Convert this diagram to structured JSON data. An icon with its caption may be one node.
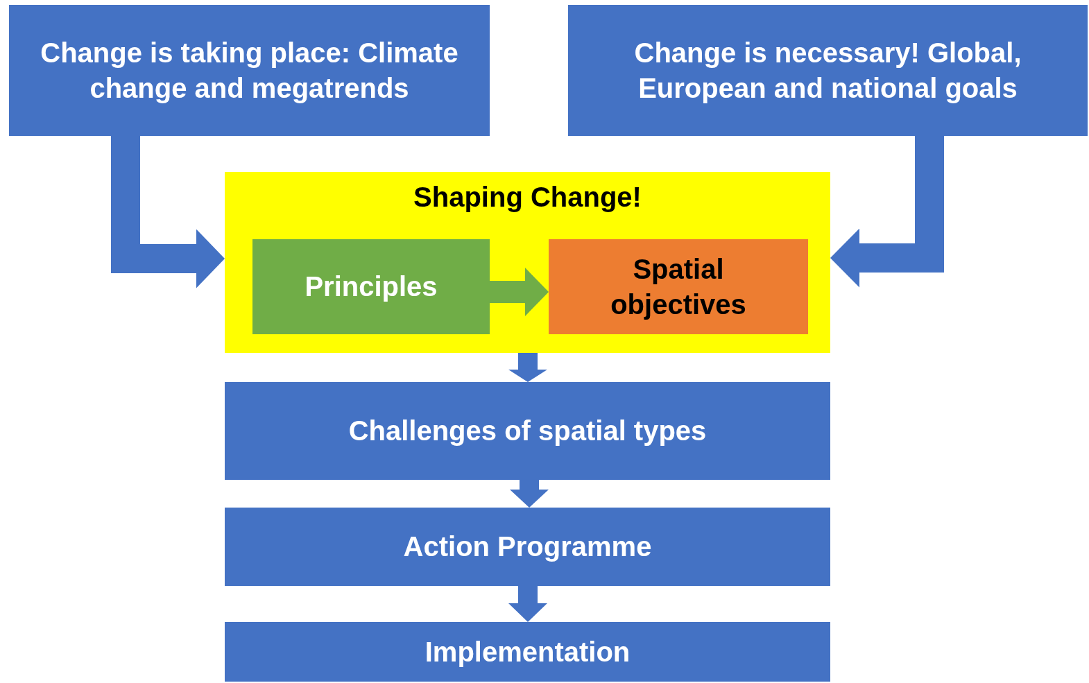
{
  "diagram": {
    "nodes": [
      {
        "text": [
          "Change is taking place: Climate change and megatrends"
        ]
      },
      {
        "text": [
          "Change is necessary! Global, European and national goals"
        ]
      },
      {
        "text": [
          "Shaping Change!"
        ]
      },
      {
        "text": [
          "Principles"
        ],
        "in": 2
      },
      {
        "text": [
          "Spatial objectives"
        ],
        "in": 2
      },
      {
        "text": [
          "Challenges of spatial types"
        ]
      },
      {
        "text": [
          "Action Programme"
        ]
      },
      {
        "text": [
          "Implementation"
        ]
      }
    ],
    "edges": [
      {
        "from": 0,
        "to": 2,
        "arrow": "to"
      },
      {
        "from": 1,
        "to": 2,
        "arrow": "to"
      },
      {
        "from": 3,
        "to": 4,
        "arrow": "to",
        "color": "#70ad47"
      },
      {
        "from": 2,
        "to": 5,
        "arrow": "to"
      },
      {
        "from": 5,
        "to": 6,
        "arrow": "to"
      },
      {
        "from": 6,
        "to": 7,
        "arrow": "to"
      }
    ]
  }
}
